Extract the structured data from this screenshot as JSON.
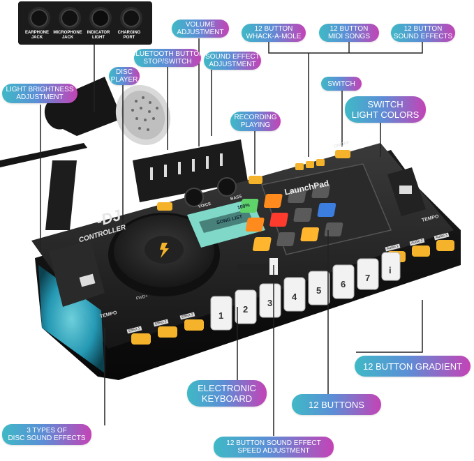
{
  "ports": {
    "items": [
      {
        "label_1": "EARPHONE",
        "label_2": "JACK"
      },
      {
        "label_1": "MICROPHONE",
        "label_2": "JACK"
      },
      {
        "label_1": "INDICATOR",
        "label_2": "LIGHT"
      },
      {
        "label_1": "CHARGING",
        "label_2": "PORT"
      }
    ]
  },
  "callouts": {
    "volume": {
      "line_1": "VOLUME",
      "line_2": "ADJUSTMENT"
    },
    "whack": {
      "line_1": "12 BUTTON",
      "line_2": "WHACK-A-MOLE"
    },
    "midi": {
      "line_1": "12 BUTTON",
      "line_2": "MIDI SONGS"
    },
    "sfx": {
      "line_1": "12 BUTTON",
      "line_2": "SOUND EFFECTS"
    },
    "bluetooth": {
      "line_1": "BLUETOOTH BUTTON",
      "line_2": "STOP/SWITCH"
    },
    "sound_effect_adj": {
      "line_1": "SOUND EFFECT",
      "line_2": "ADJUSTMENT"
    },
    "disc_player": {
      "line_1": "DISC",
      "line_2": "PLAYER"
    },
    "light_brightness": {
      "line_1": "LIGHT BRIGHTNESS",
      "line_2": "ADJUSTMENT"
    },
    "switch": {
      "line_1": "SWITCH"
    },
    "switch_light": {
      "line_1": "SWITCH",
      "line_2": "LIGHT COLORS"
    },
    "recording": {
      "line_1": "RECORDING",
      "line_2": "PLAYING"
    },
    "gradient": {
      "line_1": "12 BUTTON GRADIENT"
    },
    "keyboard": {
      "line_1": "ELECTRONIC",
      "line_2": "KEYBOARD"
    },
    "buttons12": {
      "line_1": "12 BUTTONS"
    },
    "disc_effects": {
      "line_1": "3 TYPES OF",
      "line_2": "DISC SOUND EFFECTS"
    },
    "speed": {
      "line_1": "12 BUTTON SOUND EFFECT",
      "line_2": "SPEED ADJUSTMENT"
    }
  },
  "device": {
    "brand_1": "-DJ",
    "brand_2": "CONTROLLER",
    "launchpad": "LaunchPad",
    "screen_pct": "100%",
    "song_list": "SONG LIST",
    "tempo_left": "TEMPO",
    "tempo_right": "TEMPO",
    "voice": "VOICE",
    "bass": "BASS",
    "fwd": "FWD+",
    "on_off": "ON/OFF",
    "effects": [
      "Effect 1",
      "Effect 2",
      "Effect 3"
    ],
    "audio": [
      "Audio 1",
      "Audio 2",
      "Audio 3"
    ],
    "keys": [
      "1",
      "2",
      "3",
      "4",
      "5",
      "6",
      "7",
      "i"
    ]
  },
  "colors": {
    "pad_green": "#5fd36a",
    "pad_orange": "#ff8a1e",
    "pad_red": "#ff3b2e",
    "pad_blue": "#3c7de0",
    "pad_yellow": "#ffb52e",
    "pad_off": "#5a5a5a",
    "accent_yellow": "#f4b32a",
    "screen": "#7fd8c8"
  }
}
